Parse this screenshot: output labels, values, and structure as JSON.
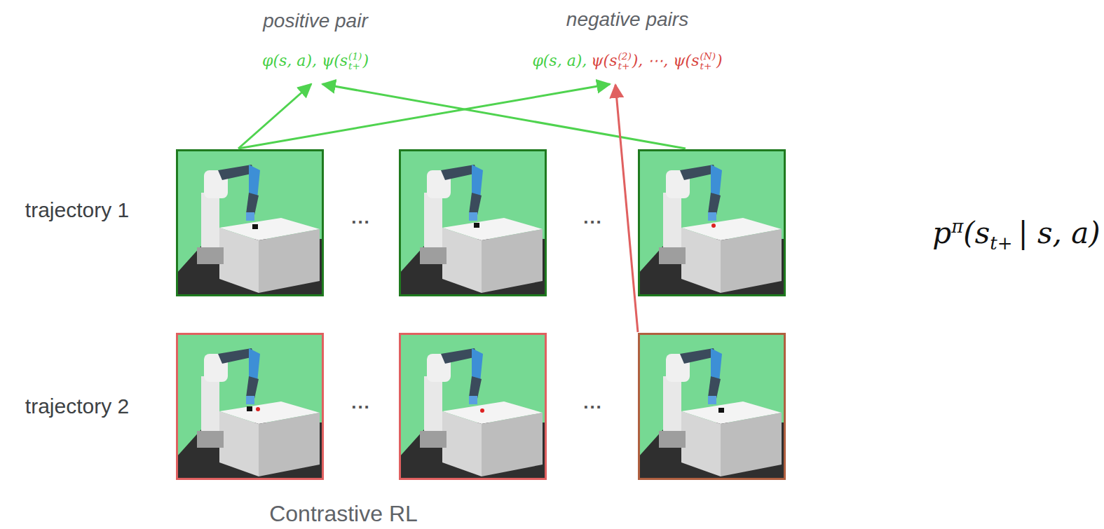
{
  "diagram": {
    "caption": "Contrastive RL",
    "labels": [
      "positive pair",
      "φ(s, a), ψ(s",
      "(1)",
      "t+",
      ")",
      "negative pairs",
      "φ(s, a),",
      "ψ(s",
      "(2)",
      "t+",
      "), ⋯, ψ(s",
      "(N)",
      "t+",
      ")",
      "trajectory 1",
      "trajectory 2",
      "...",
      "...",
      "...",
      "...",
      "p",
      "π",
      "(s",
      "t+",
      "| s, a)"
    ]
  }
}
